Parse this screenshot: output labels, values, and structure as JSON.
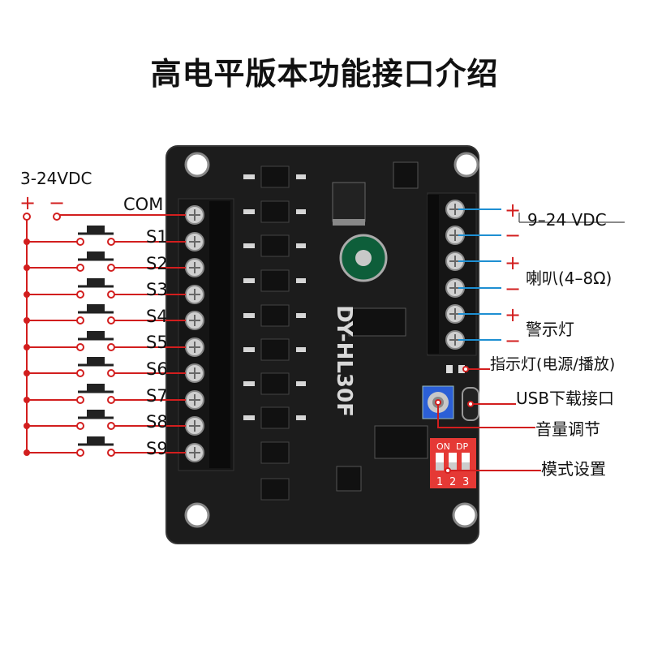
{
  "title": "高电平版本功能接口介绍",
  "supply": {
    "voltage": "3-24VDC",
    "plus": "+",
    "minus": "−"
  },
  "switches": [
    "COM",
    "S1",
    "S2",
    "S3",
    "S4",
    "S5",
    "S6",
    "S7",
    "S8",
    "S9"
  ],
  "board_model": "DY-HL30F",
  "dip": {
    "on": "ON",
    "dp": "DP",
    "nums": [
      "1",
      "2",
      "3"
    ]
  },
  "right_labels": {
    "power": "9–24 VDC",
    "speaker": "喇叭(4–8Ω)",
    "alarm": "警示灯",
    "indicator": "指示灯(电源/播放)",
    "usb": "USB下载接口",
    "volume": "音量调节",
    "mode": "模式设置"
  },
  "colors": {
    "wire_red": "#d21e1e",
    "wire_blue": "#1e8fd2",
    "pcb": "#1c1c1c"
  }
}
